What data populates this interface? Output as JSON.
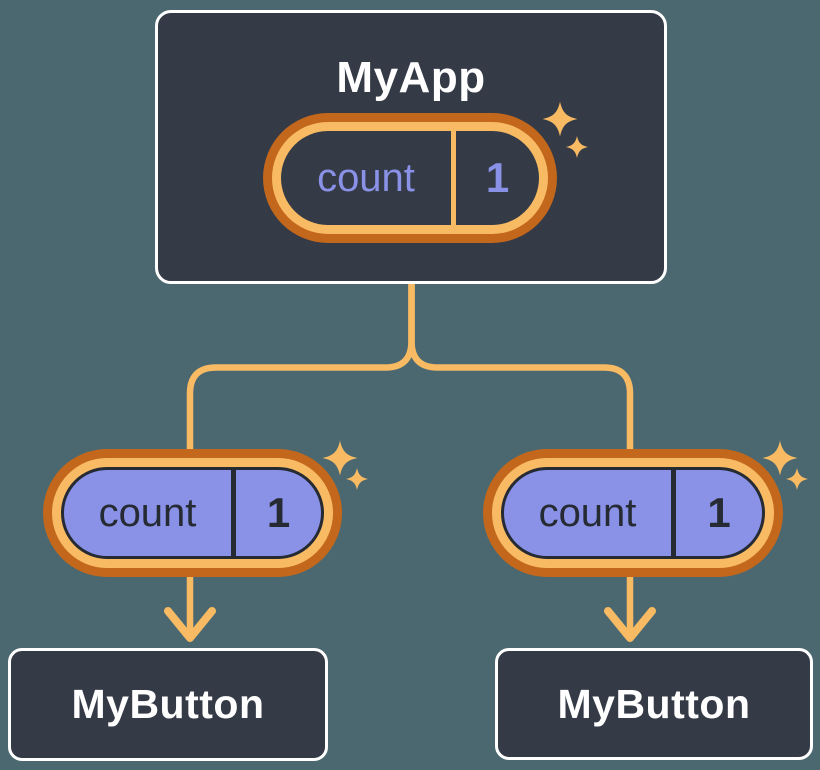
{
  "diagram": {
    "description": "React state tree diagram: parent component sharing count state with two child buttons",
    "colors": {
      "bg": "#4B6870",
      "card": "#343A46",
      "cardBorder": "#FFFFFF",
      "title": "#FFFFFF",
      "purple": "#8A92E8",
      "orangeDark": "#C2671B",
      "orangeLight": "#F8BB63",
      "ink": "#252A33"
    },
    "root": {
      "title": "MyApp",
      "state": {
        "label": "count",
        "value": "1"
      }
    },
    "children": [
      {
        "title": "MyButton",
        "state": {
          "label": "count",
          "value": "1"
        }
      },
      {
        "title": "MyButton",
        "state": {
          "label": "count",
          "value": "1"
        }
      }
    ]
  }
}
